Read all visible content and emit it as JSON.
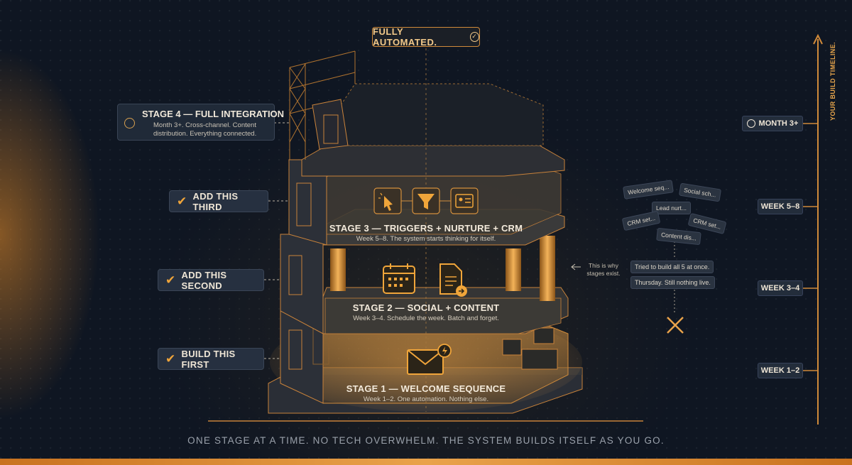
{
  "top_badge": {
    "label": "FULLY AUTOMATED."
  },
  "stage4": {
    "title": "STAGE 4 — FULL INTEGRATION",
    "description": "Month 3+. Cross-channel. Content distribution. Everything connected."
  },
  "left_labels": {
    "third": "ADD THIS THIRD",
    "second": "ADD THIS SECOND",
    "first": "BUILD THIS FIRST"
  },
  "stages": [
    {
      "title": "STAGE 3 — TRIGGERS + NURTURE + CRM",
      "subtitle": "Week 5–8. The system starts thinking for itself."
    },
    {
      "title": "STAGE 2 — SOCIAL + CONTENT",
      "subtitle": "Week 3–4. Schedule the week. Batch and forget."
    },
    {
      "title": "STAGE 1 — WELCOME SEQUENCE",
      "subtitle": "Week 1–2. One automation. Nothing else."
    }
  ],
  "scattered_notes": [
    "Welcome seq...",
    "Social sch...",
    "Lead nurt...",
    "CRM set...",
    "CRM set...",
    "Content dis..."
  ],
  "failure_notes": [
    "Tried to build all 5 at once.",
    "Thursday. Still nothing live."
  ],
  "stages_exist_note": "This is why stages exist.",
  "timeline": {
    "title": "YOUR BUILD TIMELINE.",
    "labels": [
      "MONTH 3+",
      "WEEK 5–8",
      "WEEK 3–4",
      "WEEK 1–2"
    ]
  },
  "caption": "ONE STAGE AT A TIME. NO TECH OVERWHELM. THE SYSTEM BUILDS ITSELF AS YOU GO.",
  "colors": {
    "accent": "#e9a24a",
    "background": "#0f1622",
    "panel": "#263040"
  },
  "icons": [
    "cursor-icon",
    "funnel-icon",
    "contact-card-icon",
    "calendar-icon",
    "document-arrow-icon",
    "envelope-icon",
    "clock-icon",
    "check-icon",
    "x-icon"
  ]
}
